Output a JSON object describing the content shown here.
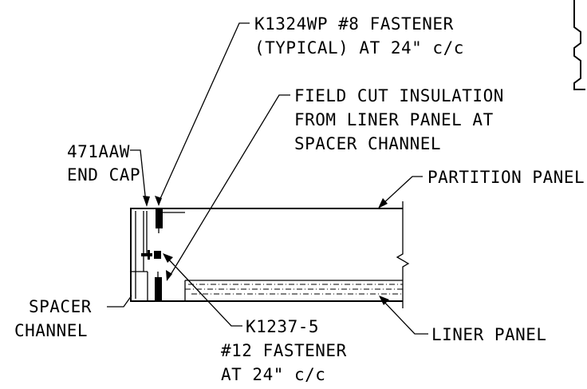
{
  "labels": {
    "fastener_top": {
      "line1": "K1324WP #8 FASTENER",
      "line2": "(TYPICAL) AT 24\" c/c"
    },
    "insulation": {
      "line1": "FIELD CUT INSULATION",
      "line2": "FROM LINER PANEL AT",
      "line3": "SPACER CHANNEL"
    },
    "end_cap": {
      "line1": "471AAW",
      "line2": "END CAP"
    },
    "partition_panel": "PARTITION PANEL",
    "spacer_channel": {
      "line1": "SPACER",
      "line2": "CHANNEL"
    },
    "fastener_bottom": {
      "line1": "K1237-5",
      "line2": "#12 FASTENER",
      "line3": "AT 24\" c/c"
    },
    "liner_panel": "LINER PANEL"
  }
}
